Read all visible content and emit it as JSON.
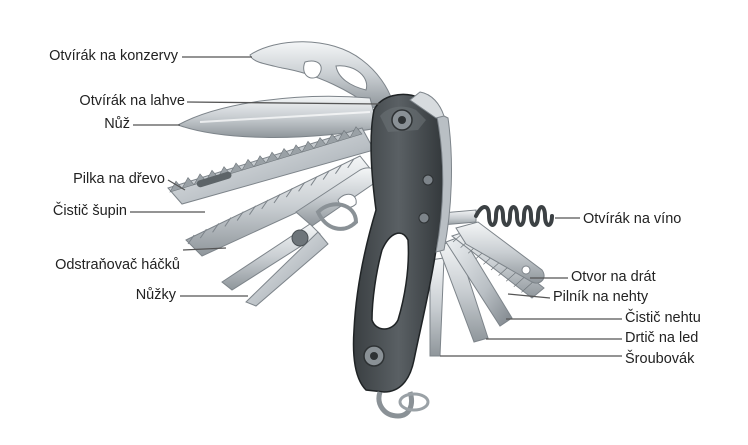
{
  "colors": {
    "handle": "#4a4f52",
    "handle_dark": "#2e3234",
    "steel": "#c9ced2",
    "steel_light": "#eef1f3",
    "steel_dark": "#8a9196",
    "leader": "#555555",
    "text": "#222222"
  },
  "labels_left": [
    {
      "id": "can-opener",
      "text": "Otvírák na konzervy"
    },
    {
      "id": "bottle-opener",
      "text": "Otvírák na lahve"
    },
    {
      "id": "knife",
      "text": "Nůž"
    },
    {
      "id": "wood-saw",
      "text": "Pilka na dřevo"
    },
    {
      "id": "fish-scaler",
      "text": "Čistič šupin"
    },
    {
      "id": "hook-remover",
      "text": "Odstraňovač háčků"
    },
    {
      "id": "scissors",
      "text": "Nůžky"
    }
  ],
  "labels_right": [
    {
      "id": "corkscrew",
      "text": "Otvírák na víno"
    },
    {
      "id": "wire-hole",
      "text": "Otvor na drát"
    },
    {
      "id": "nail-file",
      "text": "Pilník na nehty"
    },
    {
      "id": "nail-cleaner",
      "text": "Čistič nehtu"
    },
    {
      "id": "ice-crusher",
      "text": "Drtič na led"
    },
    {
      "id": "screwdriver",
      "text": "Šroubovák"
    }
  ]
}
